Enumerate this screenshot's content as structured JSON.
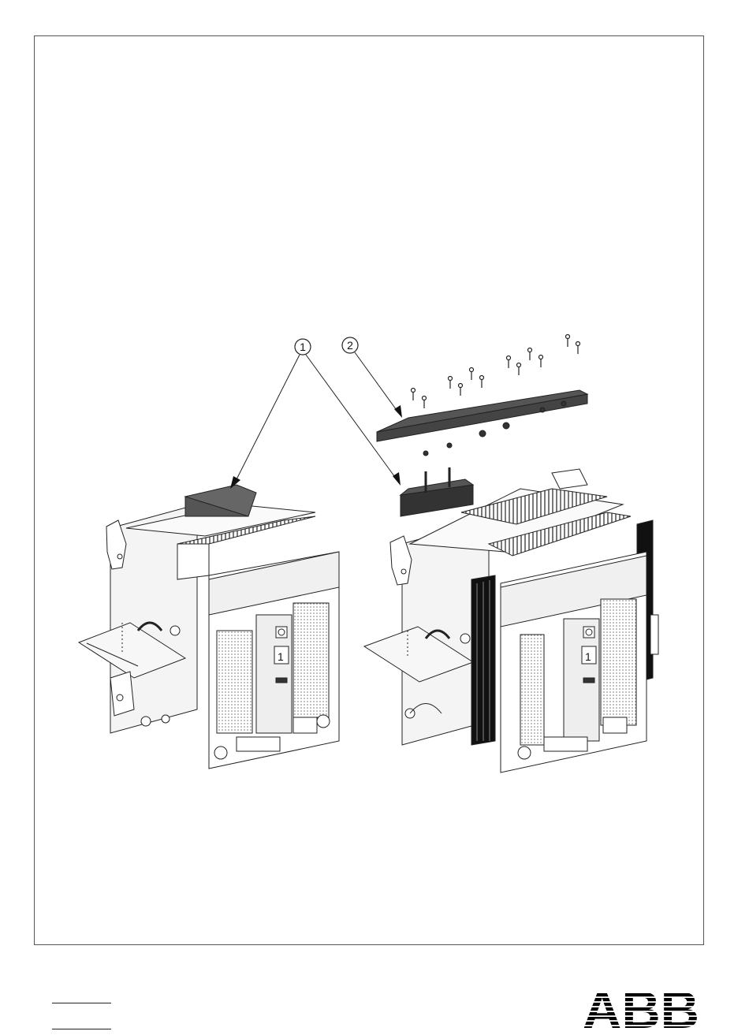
{
  "callouts": [
    {
      "id": "1",
      "label": "1"
    },
    {
      "id": "2",
      "label": "2"
    }
  ],
  "logo": {
    "text": "ABB"
  },
  "icons": {
    "left_breaker": "circuit-breaker-left",
    "right_breaker": "circuit-breaker-right",
    "plate": "cover-plate",
    "block": "terminal-block",
    "screws": "screw-set"
  }
}
